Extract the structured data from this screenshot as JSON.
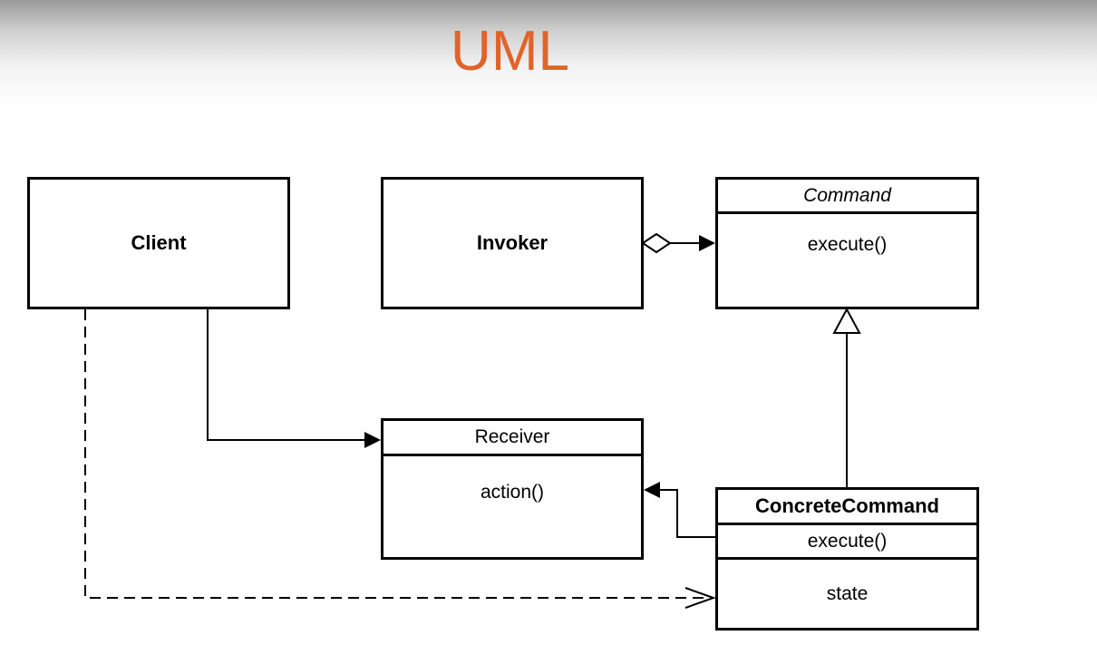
{
  "slide": {
    "title": "UML"
  },
  "diagram": {
    "client": {
      "name": "Client"
    },
    "invoker": {
      "name": "Invoker"
    },
    "command": {
      "name": "Command",
      "method": "execute()"
    },
    "receiver": {
      "name": "Receiver",
      "method": "action()"
    },
    "concrete_command": {
      "name": "ConcreteCommand",
      "method": "execute()",
      "attribute": "state"
    }
  },
  "colors": {
    "title": "#e0642a",
    "line": "#000000"
  }
}
